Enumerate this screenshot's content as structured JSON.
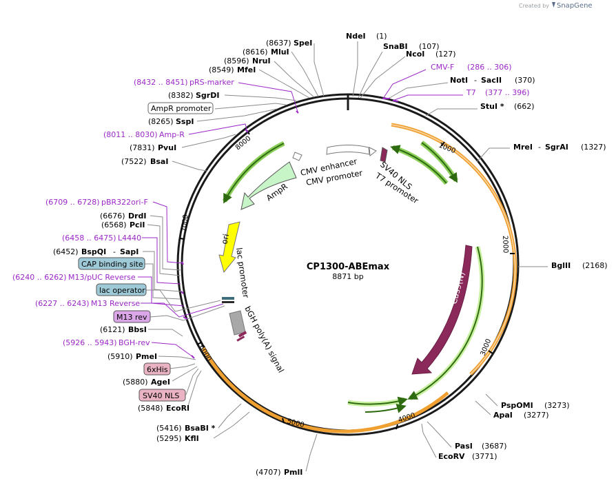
{
  "watermark": {
    "prefix": "Created by",
    "brand": "SnapGene"
  },
  "plasmid": {
    "name": "CP1300-ABEmax",
    "length_label": "8871 bp"
  },
  "ticks": [
    "1000",
    "2000",
    "3000",
    "4000",
    "5000",
    "6000",
    "7000",
    "8000"
  ],
  "sites": {
    "ndei": {
      "pos": "(1)",
      "name": "NdeI"
    },
    "snabi": {
      "pos": "(107)",
      "name": "SnaBI"
    },
    "ncoi": {
      "pos": "(127)",
      "name": "NcoI"
    },
    "cmvf": {
      "name": "CMV-F",
      "range": "(286 .. 306)"
    },
    "notisacii": {
      "name1": "NotI",
      "sep": "-",
      "name2": "SacII",
      "pos": "(370)"
    },
    "t7": {
      "name": "T7",
      "range": "(377 .. 396)"
    },
    "stui": {
      "name": "StuI *",
      "pos": "(662)"
    },
    "mreisgrai": {
      "name1": "MreI",
      "sep": "-",
      "name2": "SgrAI",
      "pos": "(1327)"
    },
    "bglii": {
      "name": "BglII",
      "pos": "(2168)"
    },
    "pspomi": {
      "name": "PspOMI",
      "pos": "(3273)"
    },
    "apai": {
      "name": "ApaI",
      "pos": "(3277)"
    },
    "pasi": {
      "name": "PasI",
      "pos": "(3687)"
    },
    "ecorv": {
      "name": "EcoRV",
      "pos": "(3771)"
    },
    "pmli": {
      "pos": "(4707)",
      "name": "PmlI"
    },
    "bsabi": {
      "pos": "(5416)",
      "name": "BsaBI *"
    },
    "kfli": {
      "pos": "(5295)",
      "name": "KflI"
    },
    "ecori": {
      "pos": "(5848)",
      "name": "EcoRI"
    },
    "sv40nls": {
      "name": "SV40 NLS"
    },
    "agei": {
      "pos": "(5880)",
      "name": "AgeI"
    },
    "his6": {
      "name": "6xHis"
    },
    "pmei": {
      "pos": "(5910)",
      "name": "PmeI"
    },
    "bghrev": {
      "range": "(5926 .. 5943)",
      "name": "BGH-rev"
    },
    "bbsi": {
      "pos": "(6121)",
      "name": "BbsI"
    },
    "m13rev": {
      "name": "M13 rev"
    },
    "m13reverse": {
      "range": "(6227 .. 6243)",
      "name": "M13 Reverse"
    },
    "lacop": {
      "name": "lac operator"
    },
    "m13puc": {
      "range": "(6240 .. 6262)",
      "name": "M13/pUC Reverse"
    },
    "cap": {
      "name": "CAP binding site"
    },
    "bspqisapi": {
      "pos": "(6452)",
      "name1": "BspQI",
      "sep": "-",
      "name2": "SapI"
    },
    "l4440": {
      "range": "(6458 .. 6475)",
      "name": "L4440"
    },
    "pcii": {
      "pos": "(6568)",
      "name": "PciI"
    },
    "drdi": {
      "pos": "(6676)",
      "name": "DrdI"
    },
    "pbr322": {
      "range": "(6709 .. 6728)",
      "name": "pBR322ori-F"
    },
    "bsai": {
      "pos": "(7522)",
      "name": "BsaI"
    },
    "pvui": {
      "pos": "(7831)",
      "name": "PvuI"
    },
    "ampr_primer": {
      "range": "(8011 .. 8030)",
      "name": "Amp-R"
    },
    "sspi": {
      "pos": "(8265)",
      "name": "SspI"
    },
    "amprpromoter": {
      "name": "AmpR promoter"
    },
    "sgrdi": {
      "pos": "(8382)",
      "name": "SgrDI"
    },
    "prs": {
      "range": "(8432 .. 8451)",
      "name": "pRS-marker"
    },
    "mfei": {
      "pos": "(8549)",
      "name": "MfeI"
    },
    "nrui": {
      "pos": "(8596)",
      "name": "NruI"
    },
    "mlui": {
      "pos": "(8616)",
      "name": "MluI"
    },
    "spei": {
      "pos": "(8637)",
      "name": "SpeI"
    }
  },
  "features": {
    "cmv_enhancer": "CMV enhancer",
    "cmv_promoter": "CMV promoter",
    "sv40_nls": "SV40 NLS",
    "t7_promoter": "T7 promoter",
    "ampr": "AmpR",
    "ori": "ori",
    "lac_promoter": "lac promoter",
    "bgh": "bGH poly(A) signal",
    "cas9": "Cas9(N)"
  },
  "colors": {
    "backbone": "#1a1a1a",
    "orange_orf": "#f0a030",
    "green_arrow": "#5aa02c",
    "ampr": "#c8f5c8",
    "ori": "#ffff00",
    "cas9": "#8b2a5a",
    "primer": "#9b27c7",
    "cap_box": "#9ec9d6",
    "m13_box": "#dba6e8",
    "pink_box": "#e9b3c4"
  }
}
